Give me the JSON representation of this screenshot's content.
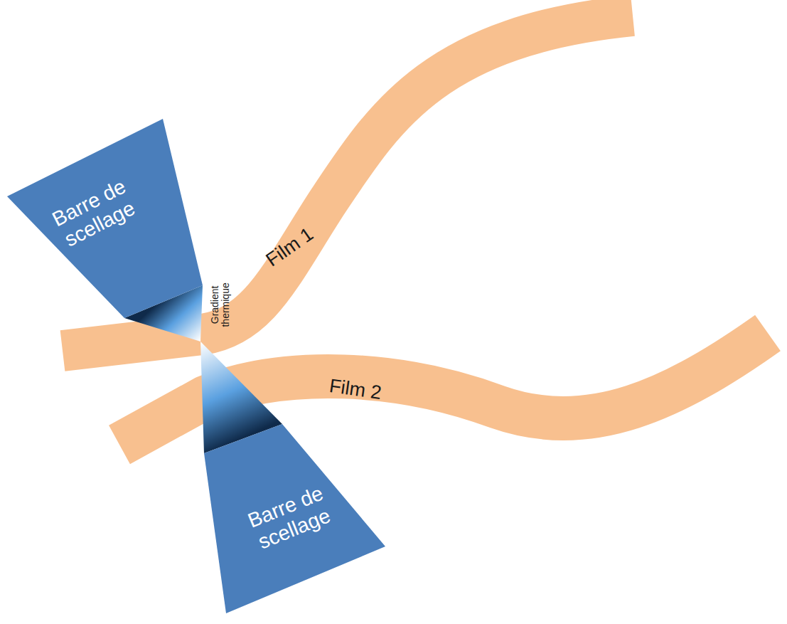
{
  "diagram": {
    "nodes": [
      {
        "text": [
          "Barre de scellage"
        ]
      },
      {
        "text": [
          "Film 1"
        ]
      },
      {
        "text": [
          "Film 2"
        ]
      },
      {
        "text": [
          "Barre de scellage"
        ]
      }
    ],
    "labels": [
      "Gradient thermique"
    ]
  }
}
